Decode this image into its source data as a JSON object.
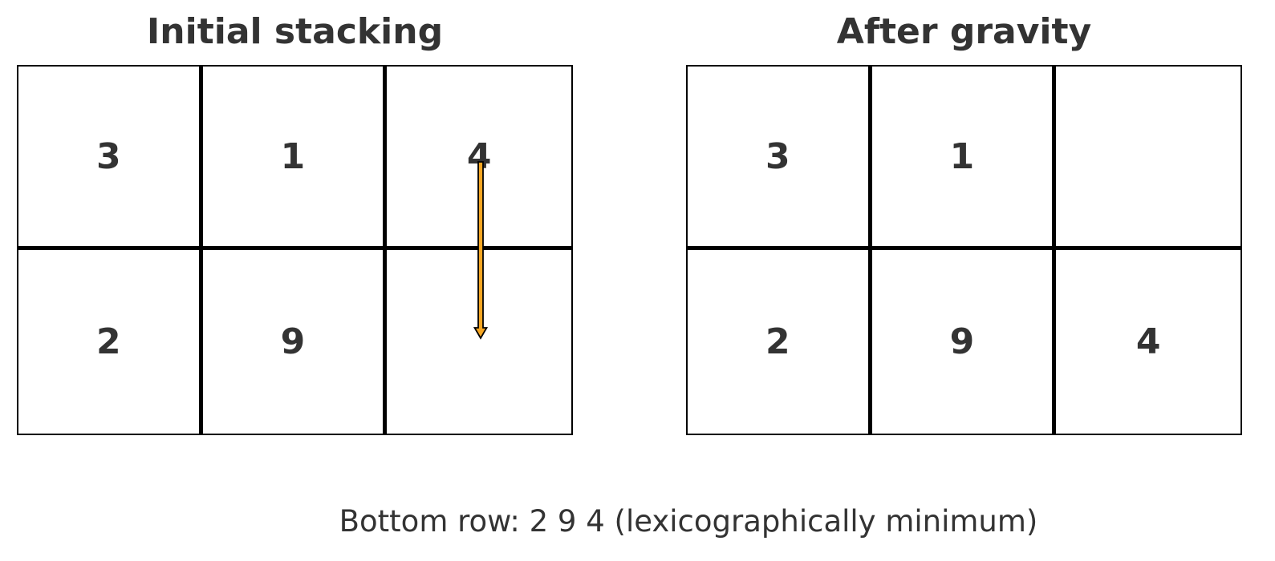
{
  "panels": [
    {
      "title": "Initial stacking",
      "cells": [
        [
          "3",
          "1",
          "4"
        ],
        [
          "2",
          "9",
          ""
        ]
      ]
    },
    {
      "title": "After gravity",
      "cells": [
        [
          "3",
          "1",
          ""
        ],
        [
          "2",
          "9",
          "4"
        ]
      ]
    }
  ],
  "caption": "Bottom row: 2 9 4 (lexicographically minimum)",
  "colors": {
    "text": "#333333",
    "grid": "#000000",
    "arrow_fill": "#f5a623",
    "arrow_stroke": "#000000"
  },
  "arrow_icon": "down-arrow-icon"
}
